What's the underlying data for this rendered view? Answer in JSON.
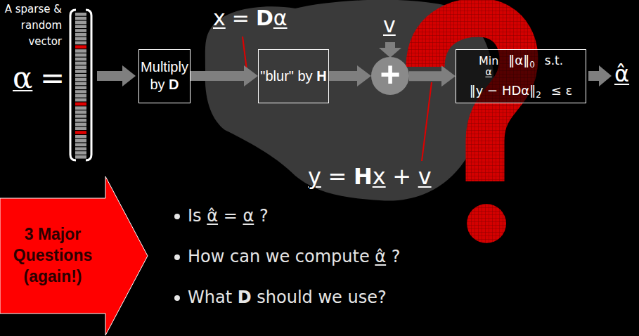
{
  "diagram": {
    "nodes": [
      {
        "text": [
          "Multiply by D"
        ]
      },
      {
        "text": [
          "\"blur\" by H"
        ]
      },
      {
        "text": [
          "+"
        ]
      },
      {
        "text": [
          "Min",
          "α",
          "‖α‖",
          "0",
          "s.t.",
          "‖y − HDα‖",
          "2",
          "≤ ε"
        ]
      },
      {
        "text": [
          "3 Major Questions (again!)"
        ]
      }
    ],
    "edges": [
      {
        "from": 0,
        "to": 1,
        "arrow": "to"
      },
      {
        "from": 1,
        "to": 2,
        "arrow": "to"
      },
      {
        "from": 2,
        "to": 3,
        "arrow": "to"
      }
    ],
    "labels": [
      "A sparse & random vector",
      "α",
      "=",
      "x",
      "=",
      "D",
      "α",
      "v",
      "y",
      "=",
      "H",
      "x",
      "+",
      "v",
      "α̂",
      "Is α̂ = α ?",
      "How can we compute α̂ ?",
      "What D should we use?"
    ]
  }
}
